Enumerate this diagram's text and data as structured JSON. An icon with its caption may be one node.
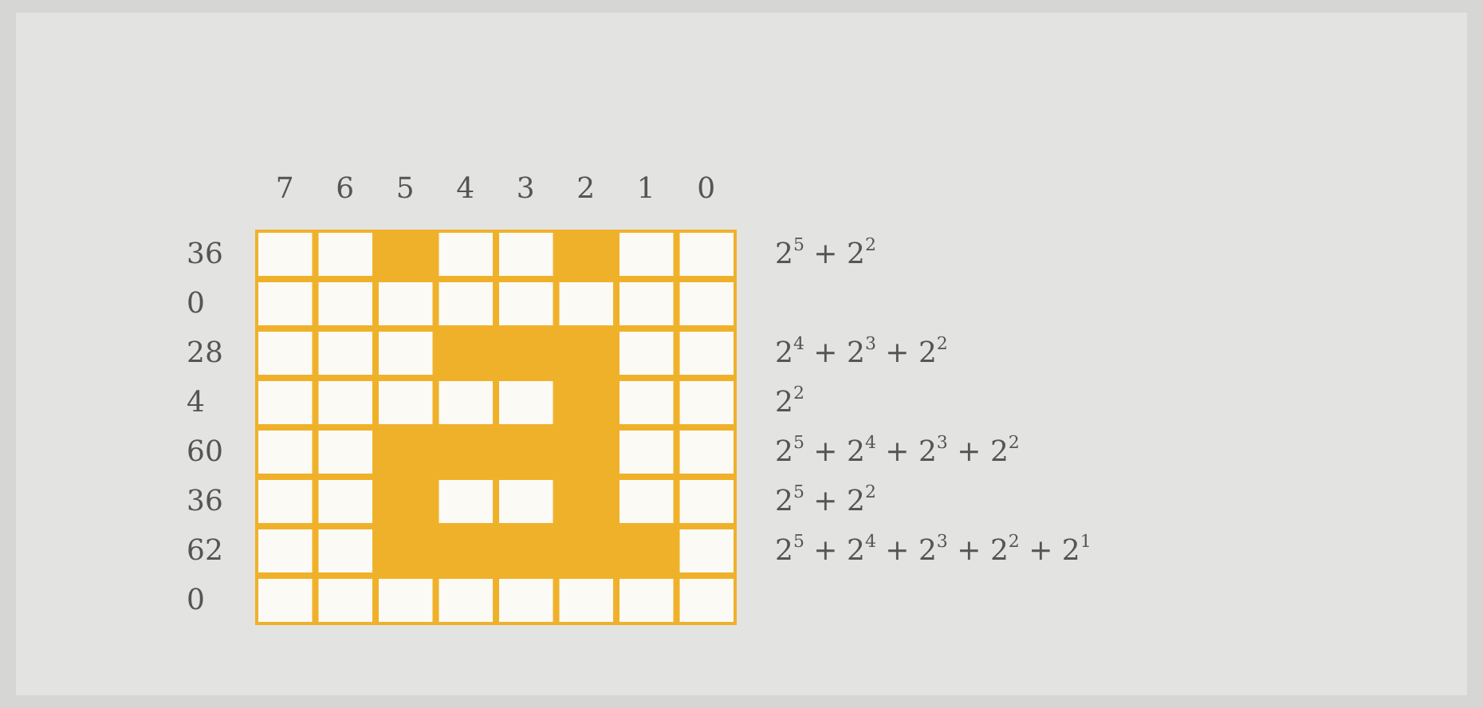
{
  "diagram": {
    "labels": [
      "7",
      "6",
      "5",
      "4",
      "3",
      "2",
      "1",
      "0",
      "36",
      "2$^{5}$ + 2$^{2}$",
      "0",
      "28",
      "2$^{4}$ + 2$^{3}$ + 2$^{2}$",
      "4",
      "2$^{2}$",
      "60",
      "2$^{5}$ + 2$^{4}$ + 2$^{3}$ + 2$^{2}$",
      "36",
      "2$^{5}$ + 2$^{2}$",
      "62",
      "2$^{5}$ + 2$^{4}$ + 2$^{3}$ + 2$^{2}$ + 2$^{1}$",
      "0"
    ]
  }
}
